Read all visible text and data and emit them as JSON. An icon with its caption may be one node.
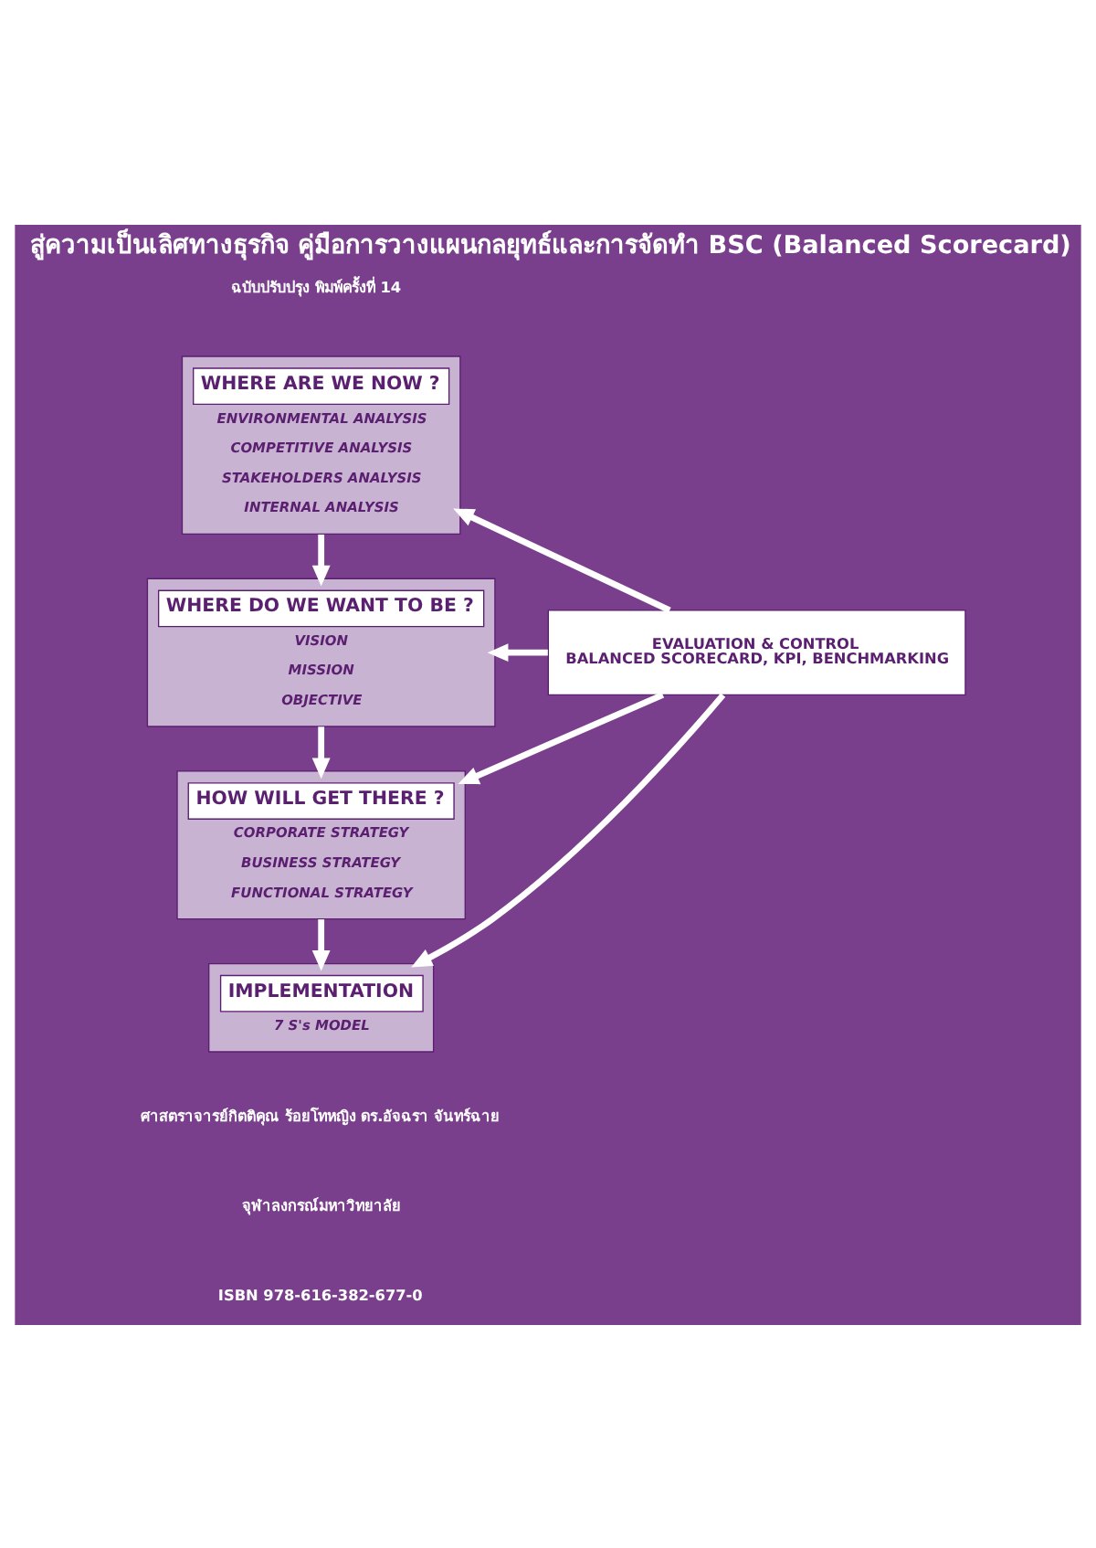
{
  "diagram": {
    "title": "สู่ความเป็นเลิศทางธุรกิจ คู่มือการวางแผนกลยุทธ์และการจัดทำ BSC (Balanced Scorecard)",
    "nodes": [
      {
        "text": [
          "WHERE ARE WE NOW ?",
          "ENVIRONMENTAL ANALYSIS",
          "COMPETITIVE ANALYSIS",
          "STAKEHOLDERS ANALYSIS",
          "INTERNAL ANALYSIS"
        ]
      },
      {
        "text": [
          "WHERE DO WE WANT TO BE ?",
          "VISION",
          "MISSION",
          "OBJECTIVE"
        ]
      },
      {
        "text": [
          "HOW WILL GET THERE ?",
          "CORPORATE STRATEGY",
          "BUSINESS STRATEGY",
          "FUNCTIONAL STRATEGY"
        ]
      },
      {
        "text": [
          "IMPLEMENTATION",
          "7 S's MODEL"
        ]
      },
      {
        "text": [
          "EVALUATION & CONTROL",
          "BALANCED SCORECARD, KPI, BENCHMARKING"
        ]
      }
    ],
    "edges": [
      {
        "from": 0,
        "to": 1,
        "arrow": "to"
      },
      {
        "from": 1,
        "to": 2,
        "arrow": "to"
      },
      {
        "from": 2,
        "to": 3,
        "arrow": "to"
      },
      {
        "from": 4,
        "to": 0,
        "arrow": "to"
      },
      {
        "from": 4,
        "to": 1,
        "arrow": "to"
      },
      {
        "from": 4,
        "to": 2,
        "arrow": "to"
      },
      {
        "from": 4,
        "to": 3,
        "arrow": "to"
      }
    ],
    "labels": [
      "ฉบับปรับปรุง พิมพ์ครั้งที่ 14",
      "ศาสตราจารย์กิตติคุณ ร้อยโทหญิง ดร.อัจฉรา จันทร์ฉาย",
      "จุฬาลงกรณ์มหาวิทยาลัย",
      "ISBN 978-616-382-677-0"
    ]
  }
}
